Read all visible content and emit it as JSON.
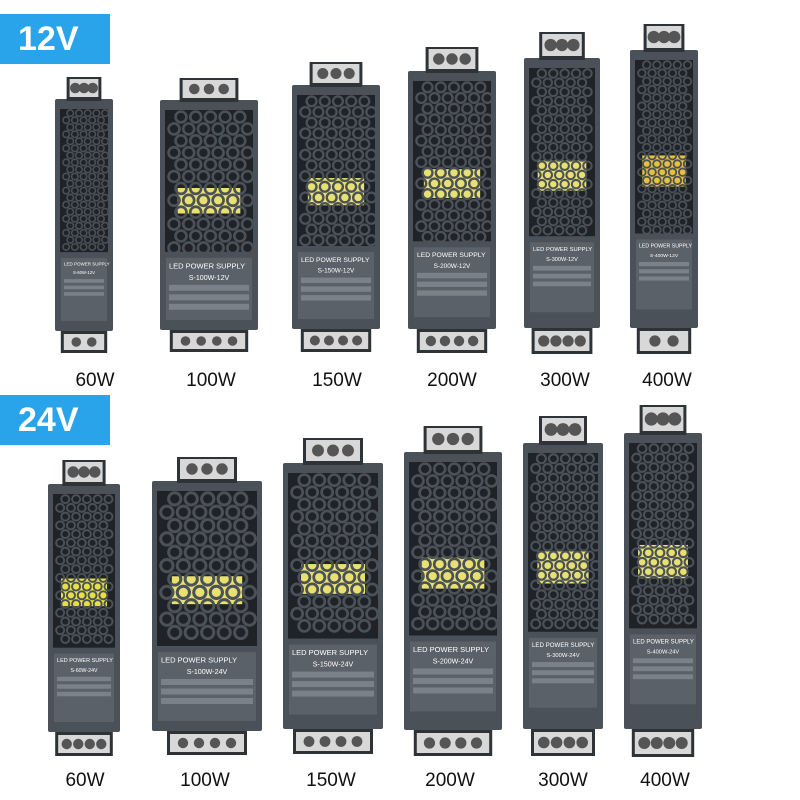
{
  "sections": [
    {
      "voltage": "12V",
      "units": [
        {
          "watt": "60W",
          "model": "S-60W-12V",
          "highlight": "none"
        },
        {
          "watt": "100W",
          "model": "S-100W-12V",
          "highlight": "#e8e070"
        },
        {
          "watt": "150W",
          "model": "S-150W-12V",
          "highlight": "#e8e070"
        },
        {
          "watt": "200W",
          "model": "S-200W-12V",
          "highlight": "#e8e070"
        },
        {
          "watt": "300W",
          "model": "S-300W-12V",
          "highlight": "#e8e070"
        },
        {
          "watt": "400W",
          "model": "S-400W-12V",
          "highlight": "#e8c040"
        }
      ]
    },
    {
      "voltage": "24V",
      "units": [
        {
          "watt": "60W",
          "model": "S-60W-24V",
          "highlight": "#e8e040"
        },
        {
          "watt": "100W",
          "model": "S-100W-24V",
          "highlight": "#e8e070"
        },
        {
          "watt": "150W",
          "model": "S-150W-24V",
          "highlight": "#e8e070"
        },
        {
          "watt": "200W",
          "model": "S-200W-24V",
          "highlight": "#e8e070"
        },
        {
          "watt": "300W",
          "model": "S-300W-24V",
          "highlight": "#e8e070"
        },
        {
          "watt": "400W",
          "model": "S-400W-24V",
          "highlight": "#e8e070"
        }
      ]
    }
  ],
  "label_text": "LED POWER SUPPLY",
  "colors": {
    "badge": "#29a3ea",
    "case": "#4a5158",
    "label_bg": "#5a6168"
  }
}
